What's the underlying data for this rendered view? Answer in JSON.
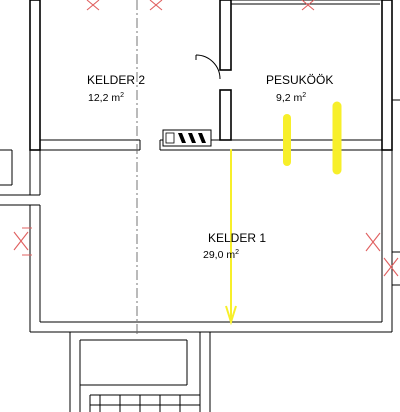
{
  "rooms": [
    {
      "id": "kelder-2",
      "name": "KELDER 2",
      "area_value": "12,2 m",
      "area_unit_exp": "2"
    },
    {
      "id": "pesukoook",
      "name": "PESUKÖÖK",
      "area_value": "9,2 m",
      "area_unit_exp": "2"
    },
    {
      "id": "kelder-1",
      "name": "KELDER 1",
      "area_value": "29,0 m",
      "area_unit_exp": "2"
    }
  ],
  "colors": {
    "walls": "#000000",
    "window_markers": "#e06060",
    "highlighter": "#f7ef2a"
  },
  "icons": [
    "window-x-icon",
    "door-swing-icon",
    "boiler-block-icon",
    "arrow-down-icon"
  ]
}
